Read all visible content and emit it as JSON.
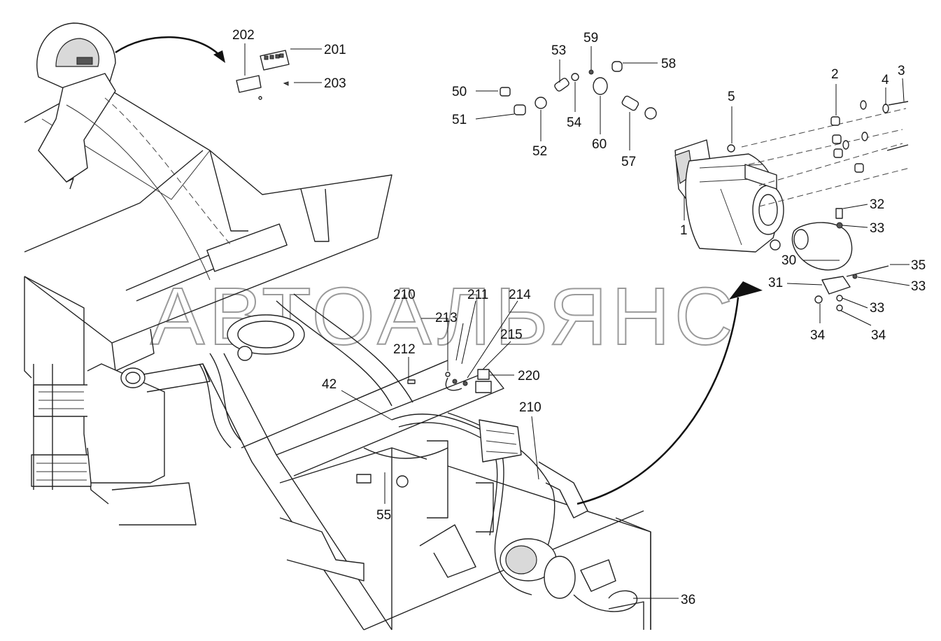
{
  "watermark": "АВТОАЛЬЯНС",
  "labels": {
    "l202": "202",
    "l201": "201",
    "l203": "203",
    "l59": "59",
    "l53": "53",
    "l58": "58",
    "l50": "50",
    "l51": "51",
    "l54": "54",
    "l52": "52",
    "l60": "60",
    "l57": "57",
    "l5": "5",
    "l2": "2",
    "l4": "4",
    "l3": "3",
    "l1": "1",
    "l32": "32",
    "l33a": "33",
    "l30": "30",
    "l35": "35",
    "l31": "31",
    "l33b": "33",
    "l33c": "33",
    "l34a": "34",
    "l34b": "34",
    "l210a": "210",
    "l213": "213",
    "l211": "211",
    "l214": "214",
    "l215": "215",
    "l212": "212",
    "l220": "220",
    "l42": "42",
    "l210b": "210",
    "l55": "55",
    "l36": "36"
  }
}
